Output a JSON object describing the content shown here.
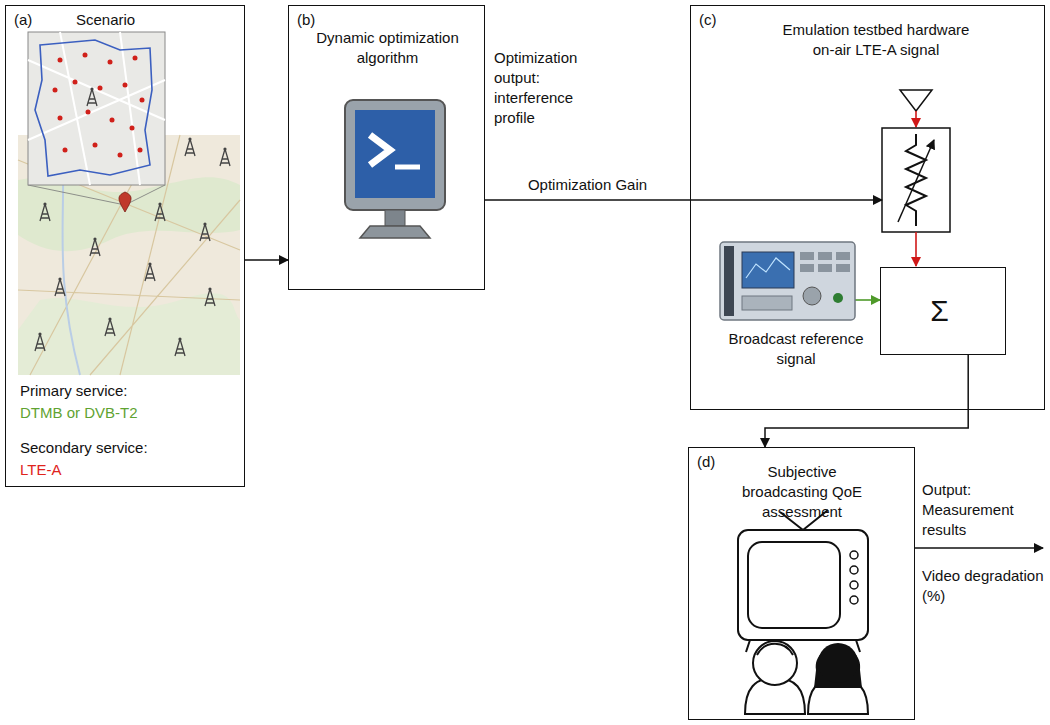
{
  "diagram": {
    "nodes": [
      {
        "text": [
          "(a)",
          "Scenario",
          "Primary service:",
          "DTMB or DVB-T2",
          "Secondary service:",
          "LTE-A"
        ]
      },
      {
        "text": [
          "(b)",
          "Dynamic optimization algorithm"
        ]
      },
      {
        "text": [
          "(c)",
          "Emulation testbed hardware on-air LTE-A signal",
          "Broadcast reference signal"
        ]
      },
      {
        "text": [
          "Σ"
        ],
        "in": 2
      },
      {
        "text": [
          "(d)",
          "Subjective broadcasting QoE assessment"
        ]
      }
    ],
    "edges": [
      {
        "from": 0,
        "to": 1,
        "arrow": "to"
      },
      {
        "from": 1,
        "to": 2,
        "label": "Optimization Gain",
        "arrow": "to"
      },
      {
        "from": 3,
        "to": 4,
        "arrow": "to"
      }
    ],
    "labels": [
      "Optimization output: interference profile",
      "Output: Measurement results",
      "Video degradation (%)"
    ]
  }
}
